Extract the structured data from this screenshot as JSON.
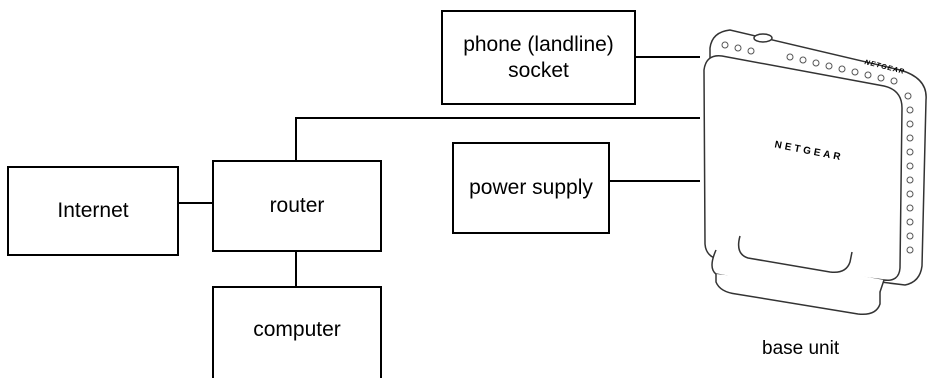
{
  "nodes": {
    "phone_socket": {
      "line1": "phone (landline)",
      "line2": "socket"
    },
    "internet": {
      "label": "Internet"
    },
    "router": {
      "label": "router"
    },
    "computer": {
      "label": "computer"
    },
    "power_supply": {
      "label": "power supply"
    },
    "base_unit": {
      "label": "base unit",
      "brand": "NETGEAR"
    }
  },
  "colors": {
    "line": "#000000",
    "device_body": "#ffffff",
    "device_stroke": "#333333"
  }
}
